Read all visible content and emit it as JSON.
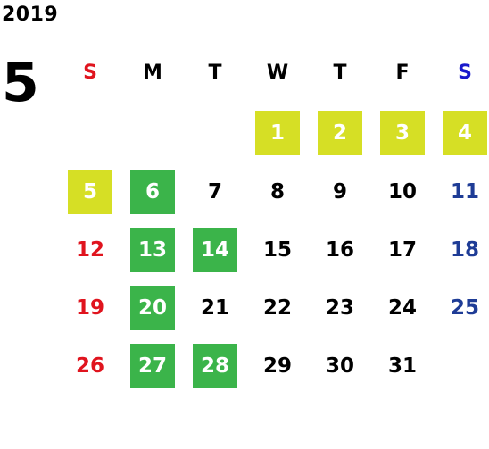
{
  "calendar": {
    "year": "2019",
    "month": "5",
    "weekdays": [
      {
        "label": "S",
        "color": "#e0141e"
      },
      {
        "label": "M",
        "color": "#000000"
      },
      {
        "label": "T",
        "color": "#000000"
      },
      {
        "label": "W",
        "color": "#000000"
      },
      {
        "label": "T",
        "color": "#000000"
      },
      {
        "label": "F",
        "color": "#000000"
      },
      {
        "label": "S",
        "color": "#1a1acc"
      }
    ],
    "colors": {
      "sunday": "#e0141e",
      "saturday": "#1e3c96",
      "weekday": "#000000",
      "highlight_yellow": "#d6df25",
      "highlight_green": "#3bb44a",
      "highlight_text": "#ffffff"
    },
    "weeks": [
      [
        null,
        null,
        null,
        {
          "d": "1",
          "hl": "yellow"
        },
        {
          "d": "2",
          "hl": "yellow"
        },
        {
          "d": "3",
          "hl": "yellow"
        },
        {
          "d": "4",
          "hl": "yellow"
        }
      ],
      [
        {
          "d": "5",
          "hl": "yellow"
        },
        {
          "d": "6",
          "hl": "green"
        },
        {
          "d": "7"
        },
        {
          "d": "8"
        },
        {
          "d": "9"
        },
        {
          "d": "10"
        },
        {
          "d": "11"
        }
      ],
      [
        {
          "d": "12"
        },
        {
          "d": "13",
          "hl": "green"
        },
        {
          "d": "14",
          "hl": "green"
        },
        {
          "d": "15"
        },
        {
          "d": "16"
        },
        {
          "d": "17"
        },
        {
          "d": "18"
        }
      ],
      [
        {
          "d": "19"
        },
        {
          "d": "20",
          "hl": "green"
        },
        {
          "d": "21"
        },
        {
          "d": "22"
        },
        {
          "d": "23"
        },
        {
          "d": "24"
        },
        {
          "d": "25"
        }
      ],
      [
        {
          "d": "26"
        },
        {
          "d": "27",
          "hl": "green"
        },
        {
          "d": "28",
          "hl": "green"
        },
        {
          "d": "29"
        },
        {
          "d": "30"
        },
        {
          "d": "31"
        },
        null
      ]
    ]
  }
}
